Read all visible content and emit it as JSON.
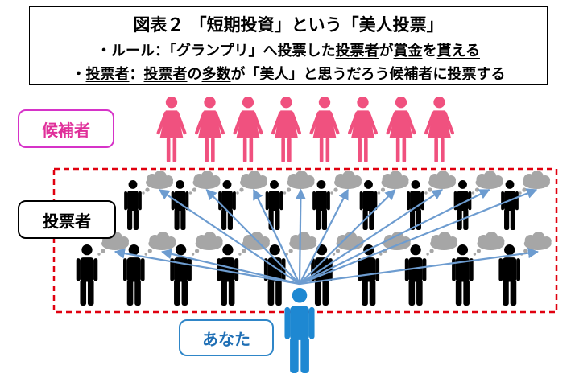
{
  "title": {
    "main": "図表２ 「短期投資」という「美人投票」",
    "rule_prefix": "・ルール：「グランプリ」へ投票した",
    "rule_u1": "投票者",
    "rule_mid": "が",
    "rule_u2": "賞金",
    "rule_mid2": "を",
    "rule_u3": "貰える",
    "voter_u1": "投票者",
    "voter_colon": "：",
    "voter_u2": "投票者",
    "voter_mid": "の",
    "voter_u3": "多数",
    "voter_rest": "が「美人」と思うだろう候補者に投票する"
  },
  "labels": {
    "candidates": "候補者",
    "voters": "投票者",
    "you": "あなた"
  },
  "colors": {
    "candidate": "#f0517f",
    "voter": "#000000",
    "you": "#1e88d2",
    "arrow": "#6d9cd0",
    "cloud": "#a6a6a6",
    "dashed_box": "#e0000f",
    "candidate_label_border": "#d633c8"
  },
  "diagram": {
    "candidate_count": 8,
    "voter_top_row_count": 9,
    "voter_bottom_row_count": 10,
    "icons": {
      "candidate": "female-person-icon",
      "voter": "person-icon",
      "you": "person-icon",
      "thought": "thought-cloud-icon"
    }
  }
}
